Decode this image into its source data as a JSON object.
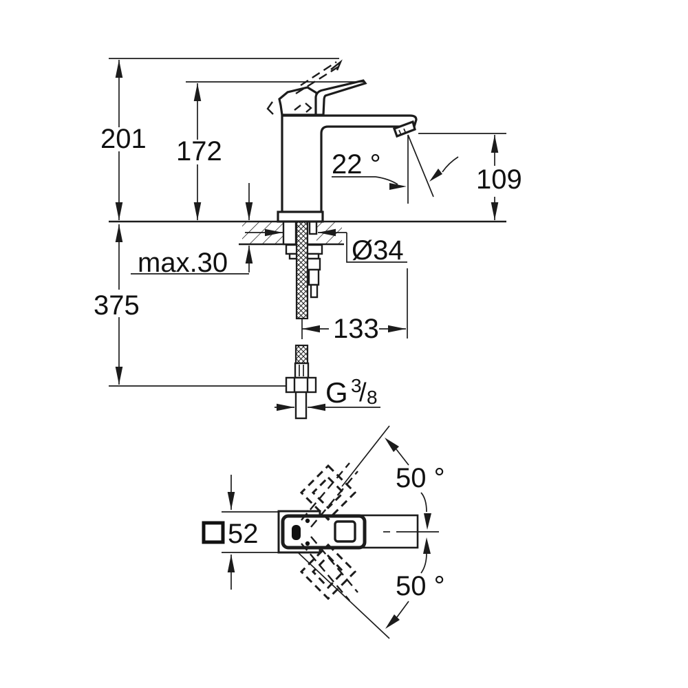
{
  "drawing": {
    "background": "#ffffff",
    "line_color": "#1c1c1c",
    "side_view": {
      "overall_height": "201",
      "height_to_lever": "172",
      "spout_angle": "22 °",
      "spout_outlet_height": "109",
      "max_mounting_thickness": "max.30",
      "hole_diameter": "Ø34",
      "supply_hose_length": "375",
      "spout_projection": "133",
      "thread": {
        "prefix": "G",
        "numerator": "3",
        "slash": "/",
        "denominator": "8"
      }
    },
    "top_view": {
      "square_symbol": "square",
      "body_width": "52",
      "swivel_angle_upper": "50 °",
      "swivel_angle_lower": "50 °"
    }
  }
}
